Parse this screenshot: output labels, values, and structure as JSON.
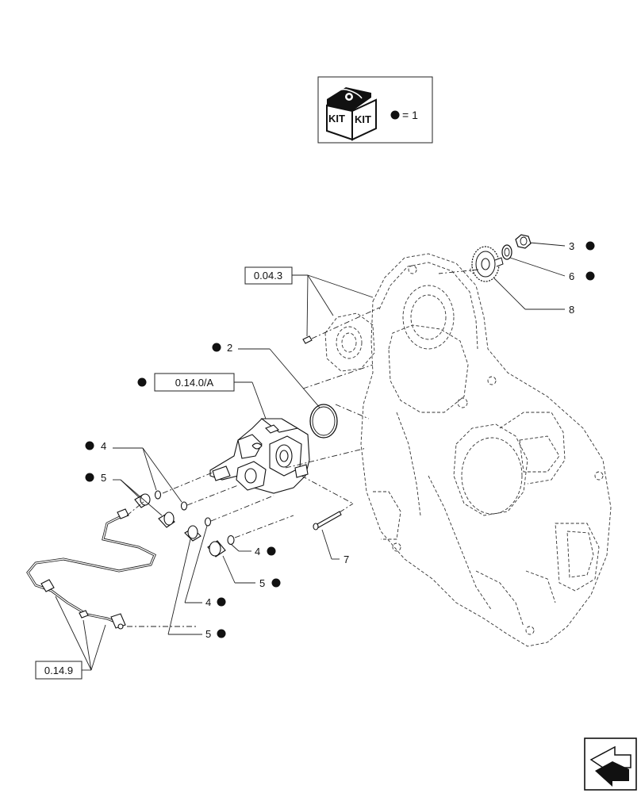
{
  "kit_legend": {
    "icon_text_left": "KIT",
    "icon_text_right": "KIT",
    "equals_text": "= 1"
  },
  "references": {
    "ref_004_3": "0.04.3",
    "ref_014_0a": "0.14.0/A",
    "ref_014_9": "0.14.9"
  },
  "callouts": {
    "c2": "2",
    "c3": "3",
    "c4a": "4",
    "c4b": "4",
    "c4c": "4",
    "c5a": "5",
    "c5b": "5",
    "c5c": "5",
    "c6": "6",
    "c7": "7",
    "c8": "8"
  },
  "icons": {
    "kit": "kit-box-icon",
    "kit_marker": "filled-circle-icon",
    "navigation": "navigation-arrow-icon"
  }
}
